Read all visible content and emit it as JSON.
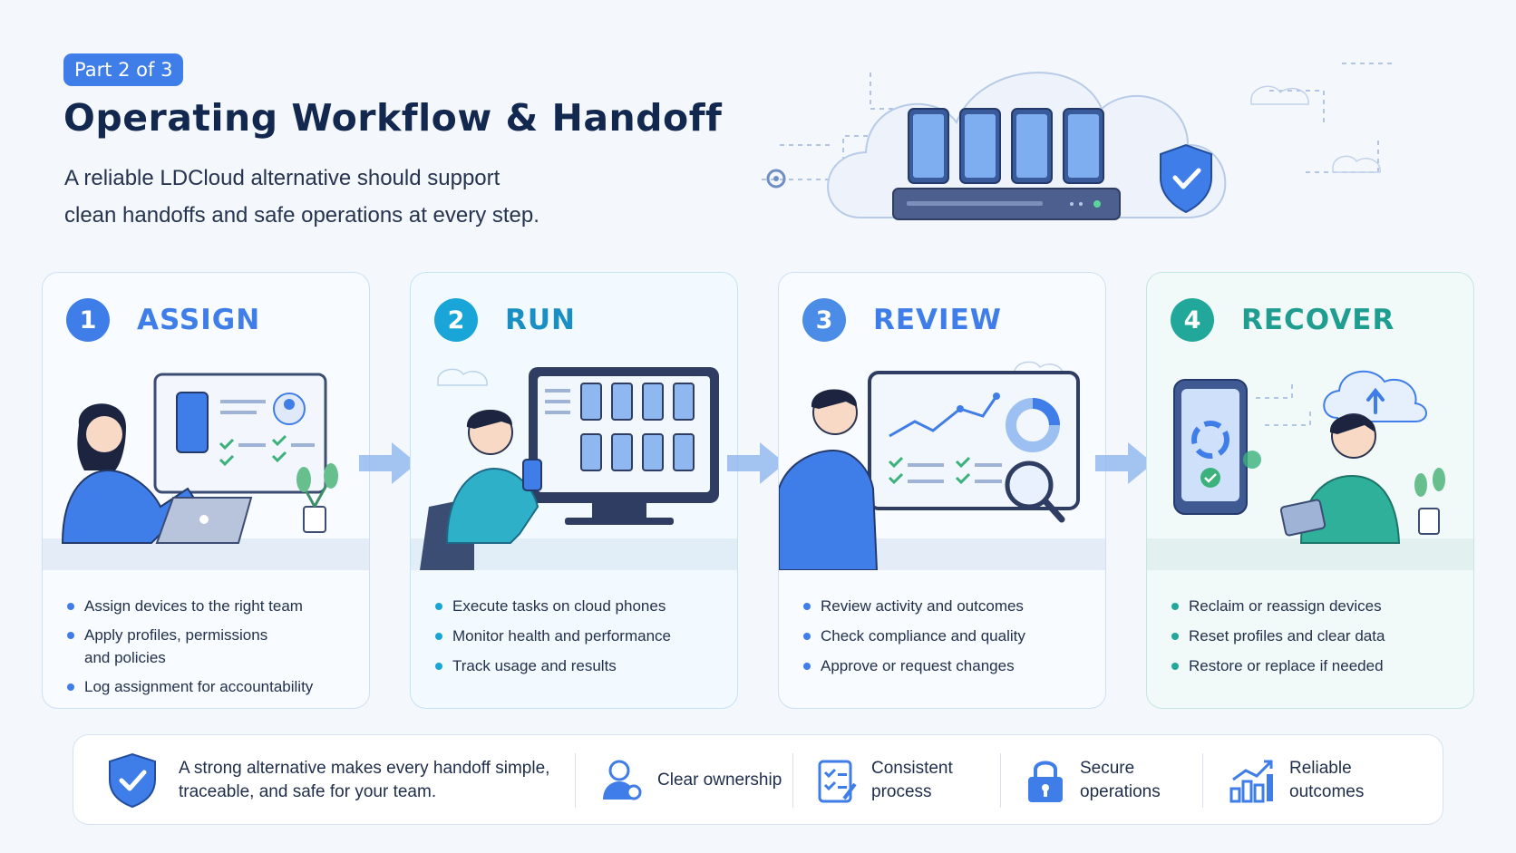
{
  "header": {
    "badge": "Part 2 of 3",
    "title": "Operating Workflow & Handoff",
    "subtitle_line1": "A reliable LDCloud alternative should support",
    "subtitle_line2": "clean handoffs and safe operations at every step."
  },
  "colors": {
    "assign": "#3f7de8",
    "run": "#1aa5d8",
    "review": "#4b8ce6",
    "recover": "#22a89a",
    "title": "#13284f"
  },
  "steps": [
    {
      "number": "1",
      "title": "ASSIGN",
      "bullets": [
        "Assign devices to the right team",
        "Apply profiles, permissions",
        "and policies",
        "Log assignment for accountability"
      ]
    },
    {
      "number": "2",
      "title": "RUN",
      "bullets": [
        "Execute tasks on cloud phones",
        "Monitor health and performance",
        "Track usage and results"
      ]
    },
    {
      "number": "3",
      "title": "REVIEW",
      "bullets": [
        "Review activity and outcomes",
        "Check compliance and quality",
        "Approve or request changes"
      ]
    },
    {
      "number": "4",
      "title": "RECOVER",
      "bullets": [
        "Reclaim or reassign devices",
        "Reset profiles and clear data",
        "Restore or replace if needed"
      ]
    }
  ],
  "footer": {
    "summary_line1": "A strong alternative makes every handoff simple,",
    "summary_line2": "traceable, and safe for your team.",
    "features": [
      {
        "icon": "user-ownership-icon",
        "line1": "Clear ownership",
        "line2": ""
      },
      {
        "icon": "checklist-icon",
        "line1": "Consistent",
        "line2": "process"
      },
      {
        "icon": "lock-icon",
        "line1": "Secure",
        "line2": "operations"
      },
      {
        "icon": "bar-chart-icon",
        "line1": "Reliable",
        "line2": "outcomes"
      }
    ]
  }
}
